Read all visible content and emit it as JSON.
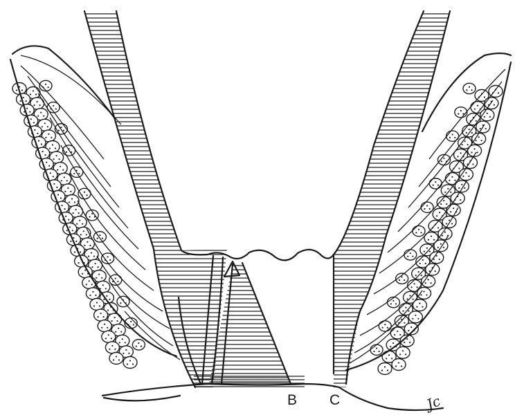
{
  "labels": {
    "b": "B",
    "c": "C"
  },
  "signature": "Jc"
}
